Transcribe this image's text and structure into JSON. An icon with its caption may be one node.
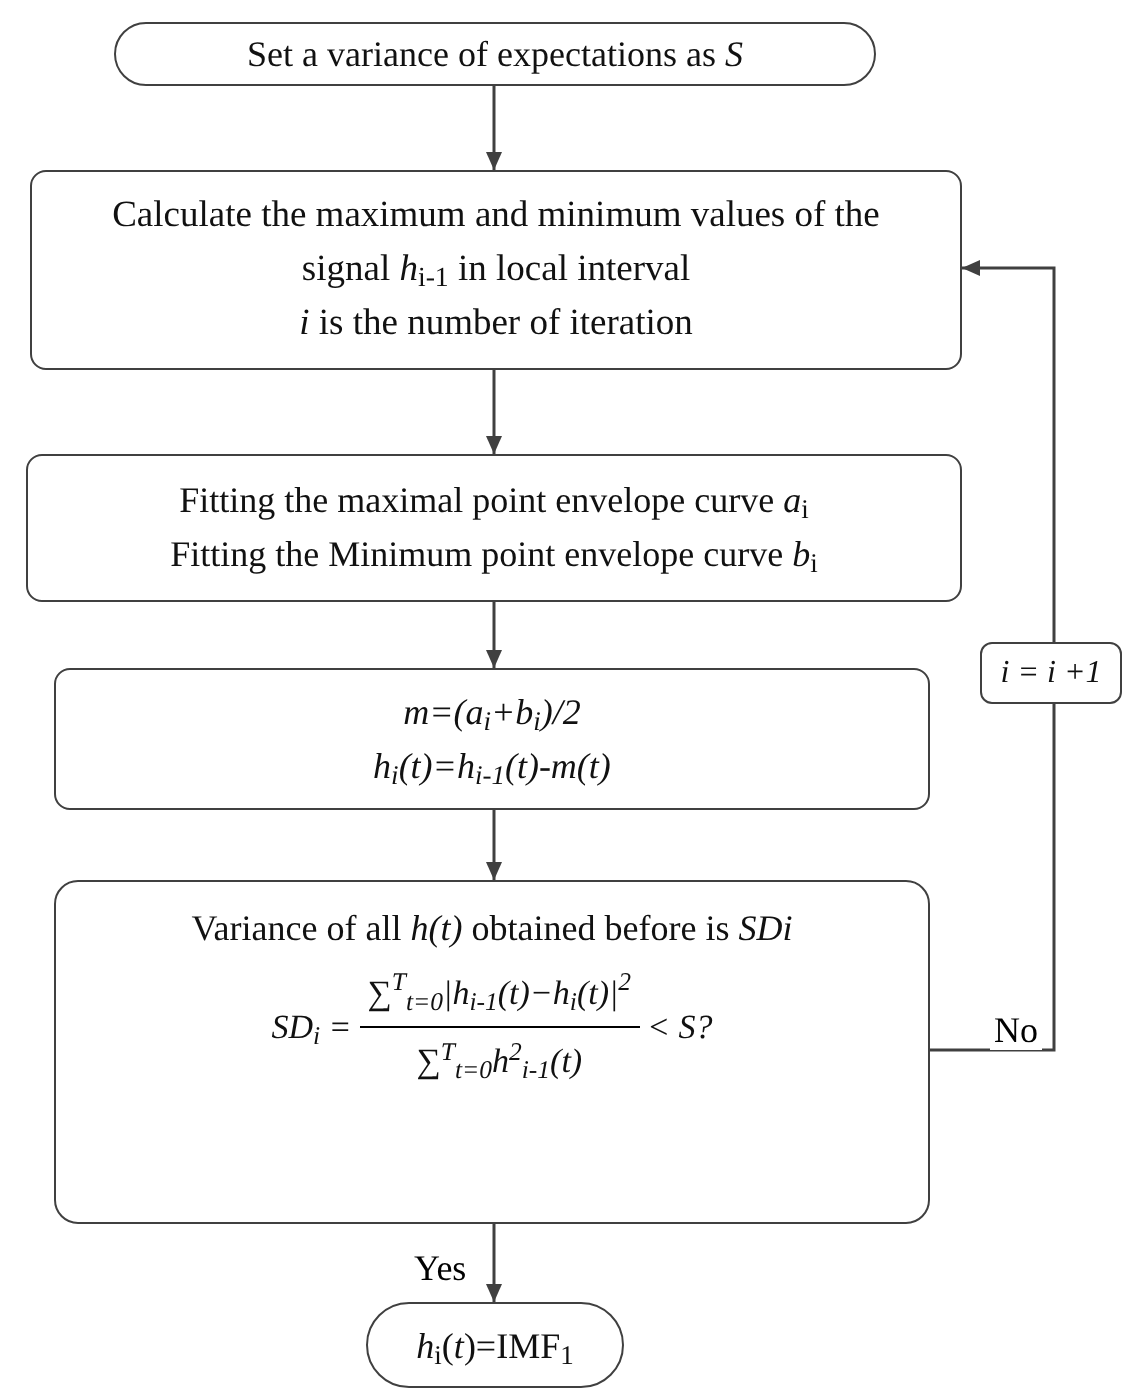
{
  "diagram": {
    "nodes": [
      {
        "text": [
          "Set a variance of expectations as *S*"
        ]
      },
      {
        "text": [
          "Calculate the maximum and minimum values of the signal *h*$_{i-1}$ in local interval",
          "*i* is the number of iteration"
        ]
      },
      {
        "text": [
          "Fitting the maximal point envelope curve *a*$_{i}$",
          "Fitting the Minimum point envelope curve *b*$_{i}$"
        ]
      },
      {
        "text": [
          "m=(a$_{i}$+b$_{i}$)/2",
          "h$_{i}$(t)=h$_{i-1}$(t)-m(t)"
        ]
      },
      {
        "text": [
          "Variance of all *h(t)* obtained before is *SDi*",
          "SD$_{i}$ =",
          "∑$^{T}$$_{t=0}$|h$_{i-1}$(t)−h$_{i}$(t)|$^{2}$",
          "∑$^{T}$$_{t=0}$h$^{2}$$_{i-1}$(t)",
          "< S?"
        ]
      },
      {
        "text": [
          "i = i +1"
        ]
      },
      {
        "text": [
          "*h*$_{i}$(*t*)=IMF$_{1}$"
        ]
      }
    ],
    "edges": [
      {
        "from": 0,
        "to": 1,
        "arrow": "to"
      },
      {
        "from": 1,
        "to": 2,
        "arrow": "to"
      },
      {
        "from": 2,
        "to": 3,
        "arrow": "to"
      },
      {
        "from": 3,
        "to": 4,
        "arrow": "to"
      },
      {
        "from": 4,
        "to": 6,
        "arrow": "to",
        "label": "Yes"
      },
      {
        "from": 4,
        "to": 5,
        "arrow": "none",
        "label": "No"
      },
      {
        "from": 5,
        "to": 1,
        "arrow": "to"
      }
    ]
  }
}
